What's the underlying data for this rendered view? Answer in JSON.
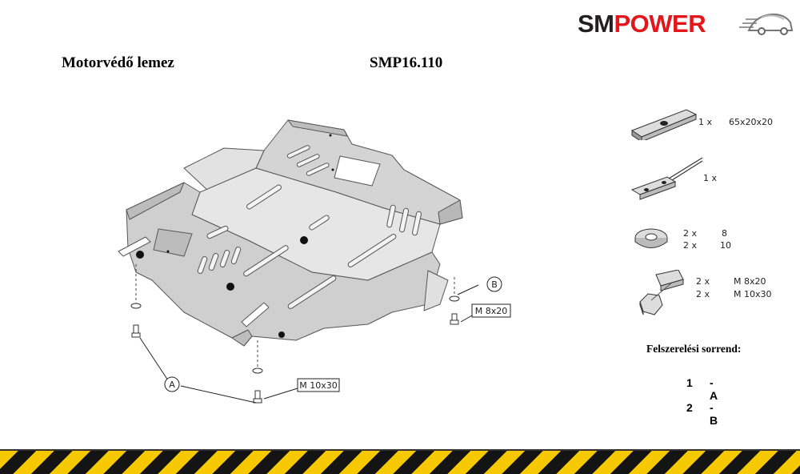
{
  "logo": {
    "part1": "SM",
    "part2": "POWER"
  },
  "title": "Motorvédő lemez",
  "code": "SMP16.110",
  "callouts": {
    "a": "A",
    "b": "B",
    "bolt_a": "M 10x30",
    "bolt_b": "M 8x20"
  },
  "parts": [
    {
      "qty": "1 x",
      "size": "65x20x20",
      "icon": "plate-nut-icon"
    },
    {
      "qty": "1 x",
      "size": "",
      "icon": "wire-plate-icon"
    },
    {
      "qty": [
        "2 x",
        "2 x"
      ],
      "size": [
        "8",
        "10"
      ],
      "icon": "washer-icon"
    },
    {
      "qty": [
        "2 x",
        "2 x"
      ],
      "size": [
        "M 8x20",
        "M 10x30"
      ],
      "icon": "bolt-icon"
    }
  ],
  "sequence": {
    "title": "Felszerelési sorrend:",
    "steps": [
      {
        "num": "1",
        "letter": "- A"
      },
      {
        "num": "2",
        "letter": "- B"
      }
    ]
  },
  "colors": {
    "brand_dark": "#231f20",
    "brand_red": "#e3161c",
    "stripe_yellow": "#f5c800",
    "stripe_black": "#141414"
  }
}
